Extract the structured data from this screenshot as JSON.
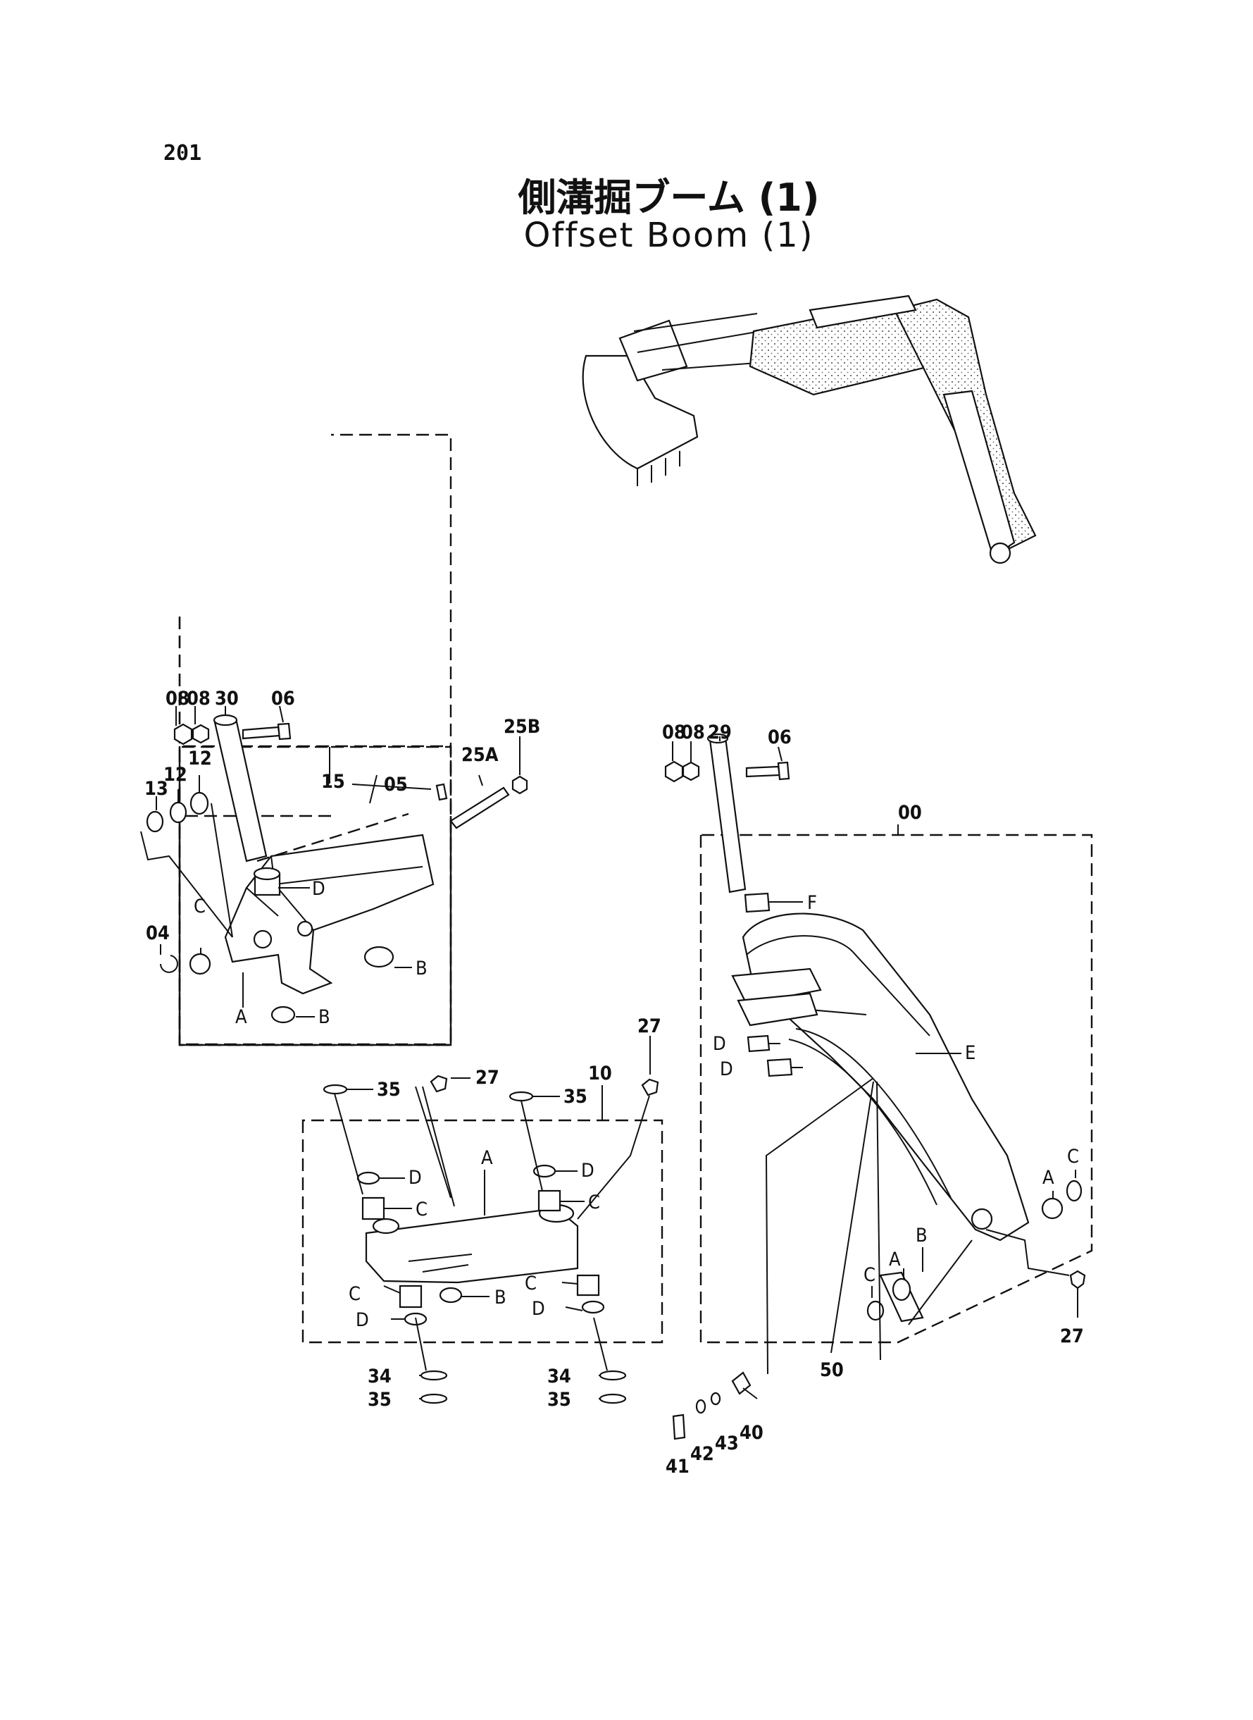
{
  "page_number": "201",
  "title_jp": "側溝掘ブーム (1)",
  "title_en": "Offset Boom (1)",
  "callouts": {
    "c08a": "08",
    "c08b": "08",
    "c30": "30",
    "c06a": "06",
    "c13": "13",
    "c12a": "12",
    "c12b": "12",
    "c15": "15",
    "c05": "05",
    "c25a": "25A",
    "c25b": "25B",
    "c04": "04",
    "cCa": "C",
    "cDa": "D",
    "cAa": "A",
    "cBa": "B",
    "cBb": "B",
    "c08c": "08",
    "c08d": "08",
    "c29": "29",
    "c06b": "06",
    "c00": "00",
    "cF": "F",
    "cDb": "D",
    "cDc": "D",
    "cE": "E",
    "cAb": "A",
    "cCb": "C",
    "c27a": "27",
    "cB3": "B",
    "cA3": "A",
    "cC3": "C",
    "c50": "50",
    "c27b": "27",
    "c27c": "27",
    "c10": "10",
    "c35a": "35",
    "c35b": "35",
    "cD4": "D",
    "cC4": "C",
    "cD5": "D",
    "cC5": "C",
    "cA4": "A",
    "cC6": "C",
    "cD6": "D",
    "cB4": "B",
    "cC7": "C",
    "cD7": "D",
    "c34a": "34",
    "c35c": "35",
    "c34b": "34",
    "c35d": "35",
    "c41": "41",
    "c42": "42",
    "c43": "43",
    "c40": "40"
  }
}
